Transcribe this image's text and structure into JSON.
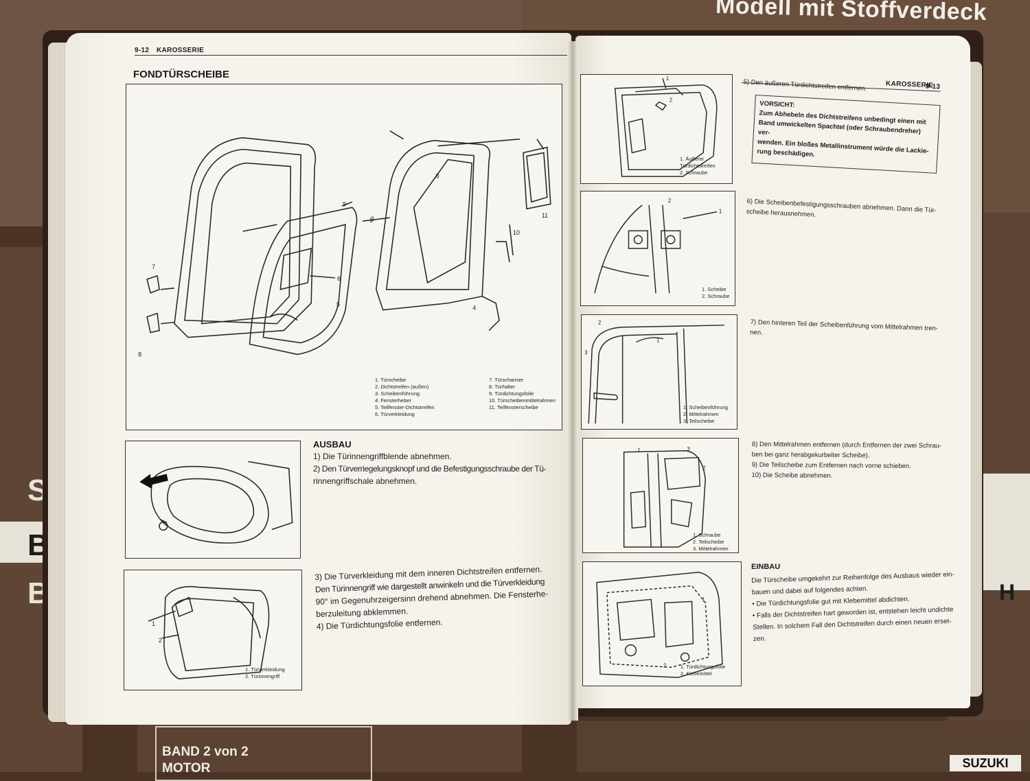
{
  "background": {
    "cover_title": "Modell mit Stoffverdeck",
    "band_lines": [
      "BAND 2 von 2",
      "MOTOR"
    ],
    "brand": "SUZUKI",
    "strip_letters": [
      "S",
      "B",
      "B",
      "H"
    ]
  },
  "left_page": {
    "page_number": "9-12",
    "chapter": "KAROSSERIE",
    "title": "FONDTÜRSCHEIBE",
    "main_figure": {
      "callouts": [
        "1",
        "2",
        "3",
        "4",
        "5",
        "6",
        "7",
        "8",
        "9",
        "10",
        "11"
      ],
      "legend_left": [
        "1. Türscheibe",
        "2. Dichtstreifen (außen)",
        "3. Scheibenführung",
        "4. Fensterheber",
        "5. Teilfenster-Dichtstreifen",
        "6. Türverkleidung"
      ],
      "legend_right": [
        "7. Türscharnier",
        "8. Türhalter",
        "9. Türdichtungsfolie",
        "10. Türscheibenmittelrahmen",
        "11. Teilfensterscheibe"
      ]
    },
    "ausbau_heading": "AUSBAU",
    "ausbau_steps": [
      "1)  Die Türinnengriffblende abnehmen.",
      "2)  Den Türverriegelungsknopf und die Befestigungsschraube der Tü-",
      "      rinnengriffschale abnehmen."
    ],
    "steps_3_4": [
      "3)  Die Türverkleidung mit dem inneren Dichtstreifen entfernen.",
      "      Den Türinnengriff wie dargestellt anwinkeln und die Türverkleidung",
      "      90° im Gegenuhrzeigersinn drehend abnehmen. Die Fensterhe-",
      "      berzuleitung abklemmen.",
      "4)  Die Türdichtungsfolie entfernen."
    ],
    "fig_small2": {
      "callouts": [
        "1",
        "2"
      ],
      "caption": [
        "1. Türverkleidung",
        "2. Türinnengriff"
      ]
    }
  },
  "right_page": {
    "page_number": "9-13",
    "chapter": "KAROSSERIE",
    "step5": "5)  Den äußeren Türdichtstreifen entfernen.",
    "vorsicht_title": "VORSICHT:",
    "vorsicht_lines": [
      "Zum Abhebeln des Dichtstreifens unbedingt einen mit",
      "Band umwickelten Spachtel (oder Schraubendreher) ver-",
      "wenden. Ein bloßes Metallinstrument würde die Lackie-",
      "rung beschädigen."
    ],
    "step6": [
      "6)  Die Scheibenbefestigungsschrauben abnehmen. Dann die Tür-",
      "      scheibe herausnehmen."
    ],
    "step7": [
      "7)  Den hinteren Teil der Scheibenführung vom Mittelrahmen tren-",
      "      nen."
    ],
    "steps8_10": [
      "8)  Den Mittelrahmen entfernen (durch Entfernen der zwei Schrau-",
      "      ben bei ganz herabgekurbelter Scheibe).",
      "9)  Die Teilscheibe zum Entfernen nach vorne schieben.",
      "10)  Die Scheibe abnehmen."
    ],
    "einbau_heading": "EINBAU",
    "einbau_lines": [
      "Die Türscheibe umgekehrt zur Reihenfolge des Ausbaus wieder ein-",
      "bauen und dabei auf folgendes achten.",
      "• Die Türdichtungsfolie gut mit Klebemittel abdichten.",
      "• Falls der Dichtstreifen hart geworden ist, entstehen leicht undichte",
      "   Stellen. In solchem Fall den Dichtstreifen durch einen neuen erset-",
      "   zen."
    ],
    "figures": [
      {
        "caption": [
          "1. Äußerer",
          "    Türdichtstreifen",
          "2. Schraube"
        ],
        "callouts": [
          "1",
          "2"
        ]
      },
      {
        "caption": [
          "1. Scheibe",
          "2. Schraube"
        ],
        "callouts": [
          "1",
          "2"
        ]
      },
      {
        "caption": [
          "1. Scheibenführung",
          "2. Mittelrahmen",
          "3. Teilscheibe"
        ],
        "callouts": [
          "1",
          "2",
          "3"
        ]
      },
      {
        "caption": [
          "1. Schraube",
          "2. Teilscheibe",
          "3. Mittelrahmen"
        ],
        "callouts": [
          "1",
          "2",
          "3"
        ]
      },
      {
        "caption": [
          "1. Türdichtungsfolie",
          "2. Klebemittel"
        ],
        "callouts": [
          "1",
          "2"
        ]
      }
    ]
  }
}
